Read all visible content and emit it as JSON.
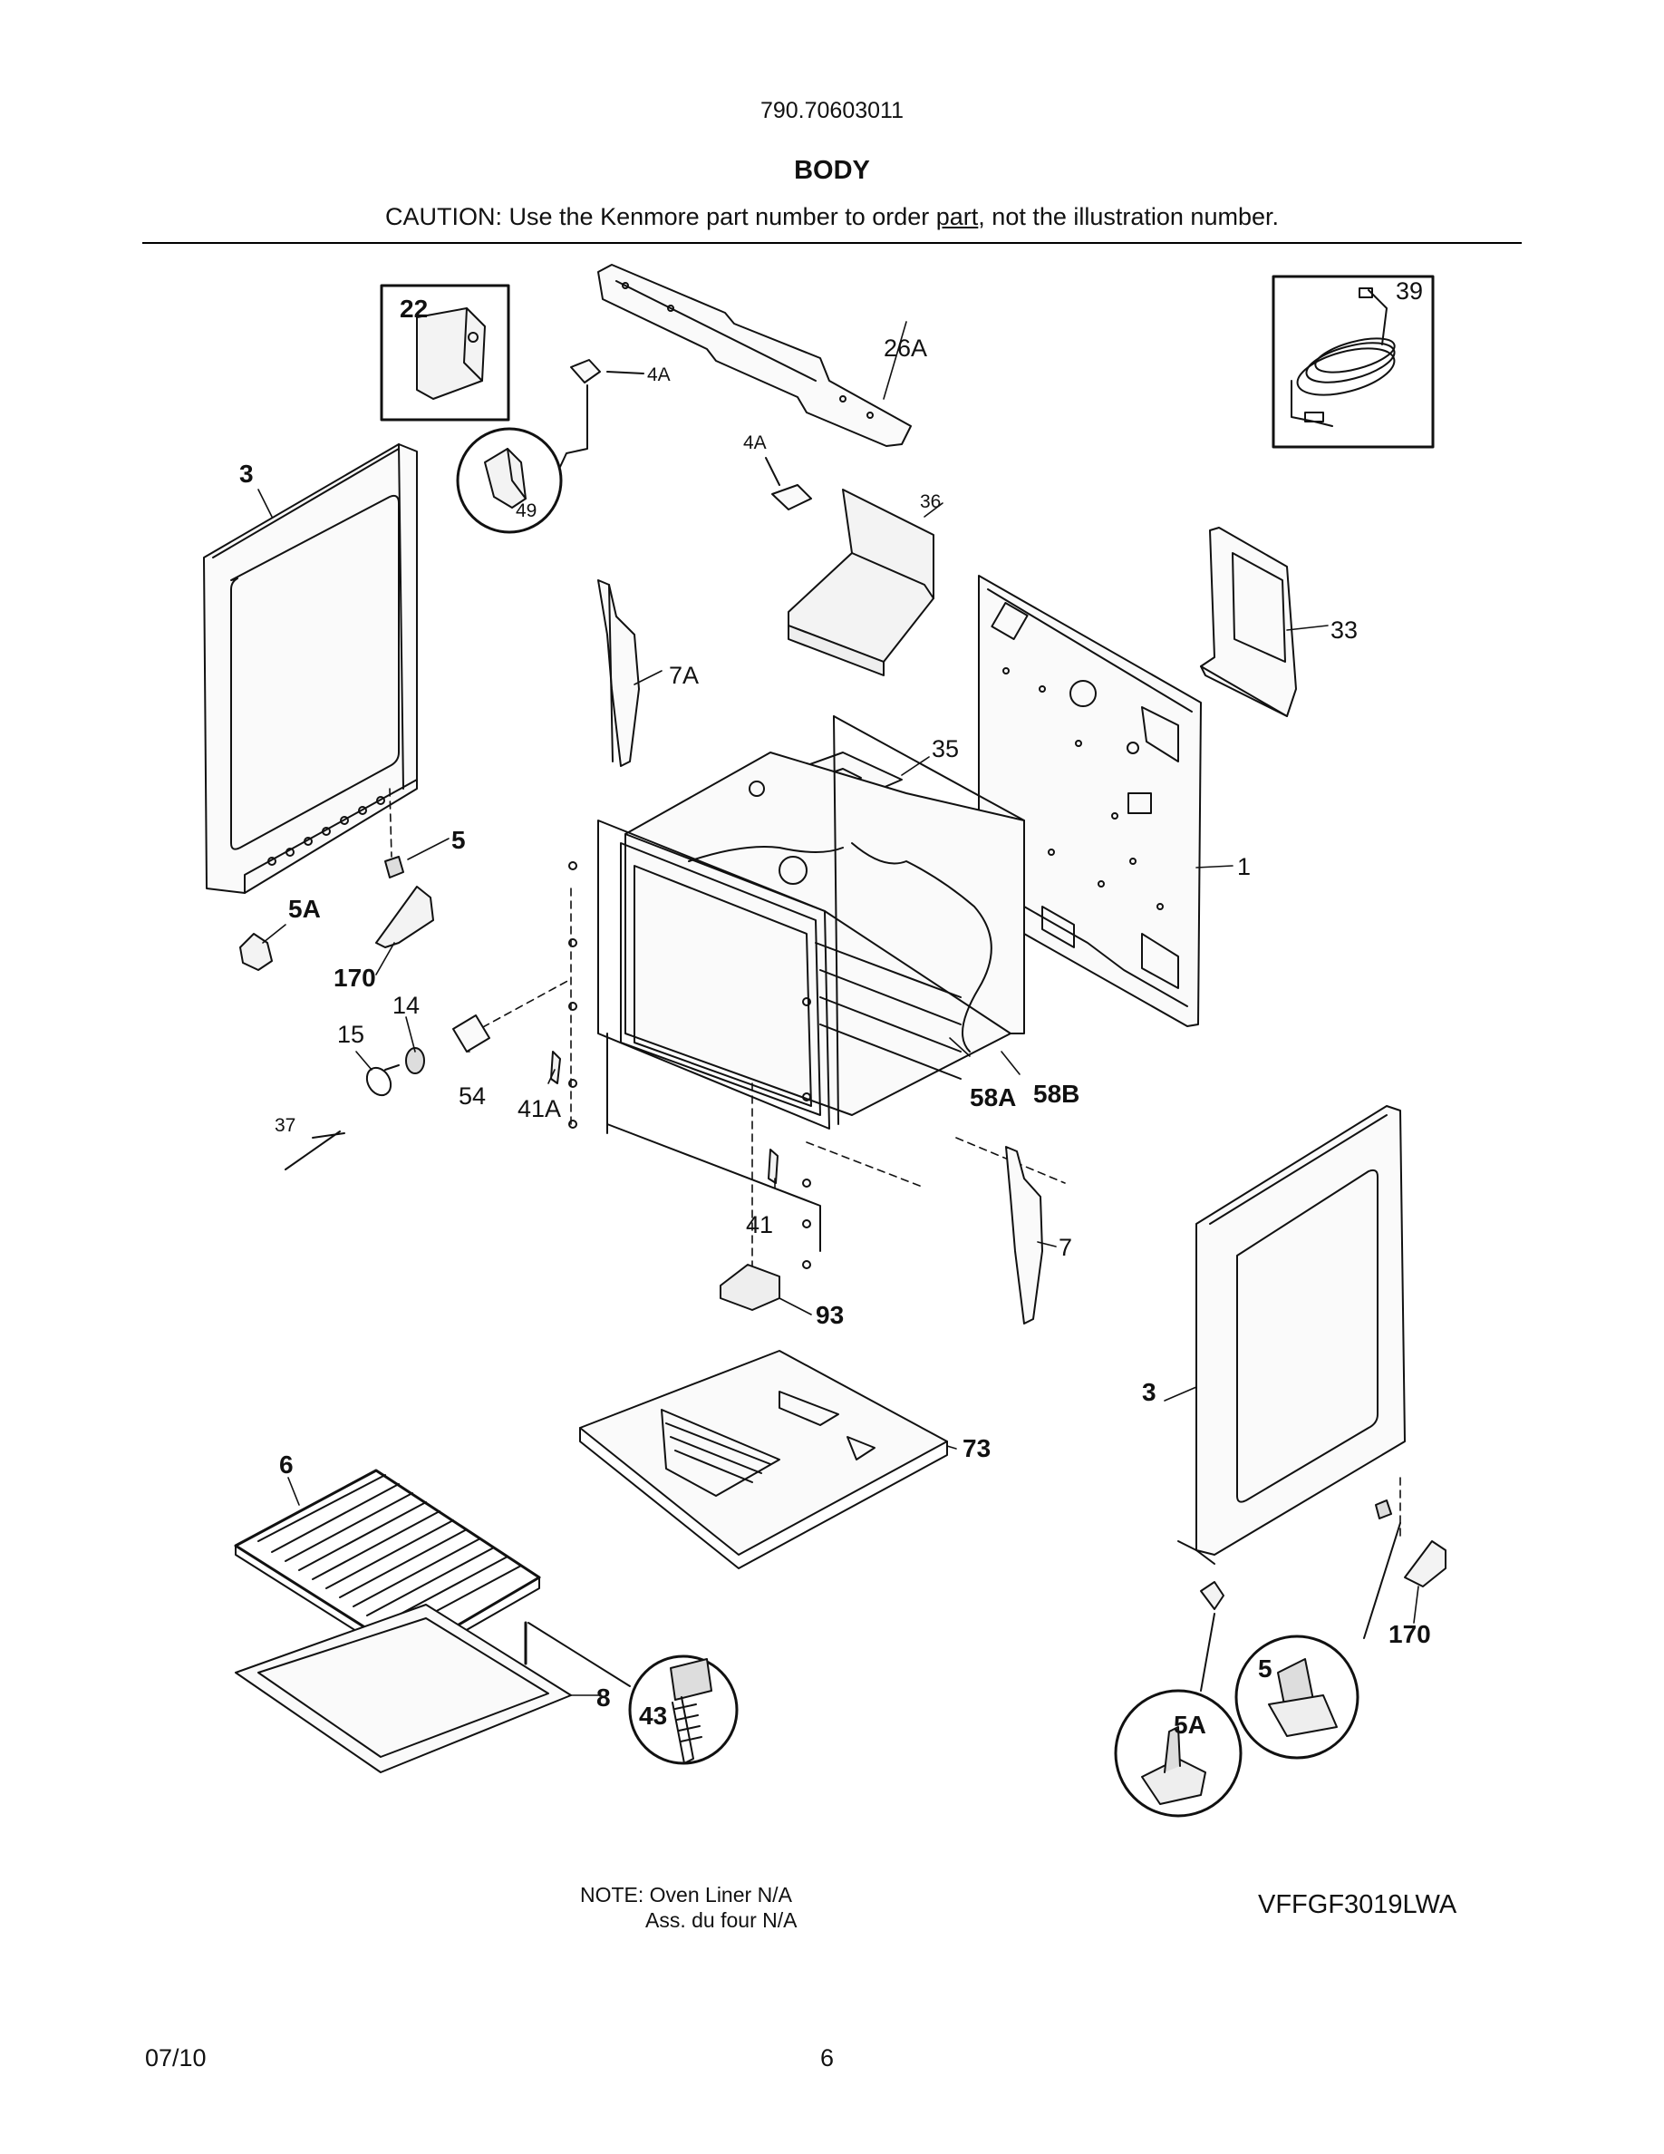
{
  "header": {
    "model_number": "790.70603011",
    "title": "BODY",
    "caution_before": "CAUTION: Use the Kenmore part number to order ",
    "caution_link": "part",
    "caution_after": ", not the illustration number."
  },
  "callouts": {
    "c22": "22",
    "c26A": "26A",
    "c4A_top": "4A",
    "c4A_mid": "4A",
    "c39": "39",
    "c3_left": "3",
    "c49": "49",
    "c36": "36",
    "c33": "33",
    "c7A": "7A",
    "c35": "35",
    "c5_left": "5",
    "c1": "1",
    "c5A_left": "5A",
    "c170_left": "170",
    "c14": "14",
    "c15": "15",
    "c54": "54",
    "c41A": "41A",
    "c58A": "58A",
    "c58B": "58B",
    "c37": "37",
    "c41": "41",
    "c7": "7",
    "c93": "93",
    "c3_right": "3",
    "c73": "73",
    "c6": "6",
    "c170_right": "170",
    "c5_right": "5",
    "c43": "43",
    "c8": "8",
    "c5A_right": "5A"
  },
  "footer": {
    "note_line1": "NOTE: Oven Liner N/A",
    "note_line2": "Ass. du four N/A",
    "model_code": "VFFGF3019LWA",
    "date": "07/10",
    "page": "6"
  }
}
